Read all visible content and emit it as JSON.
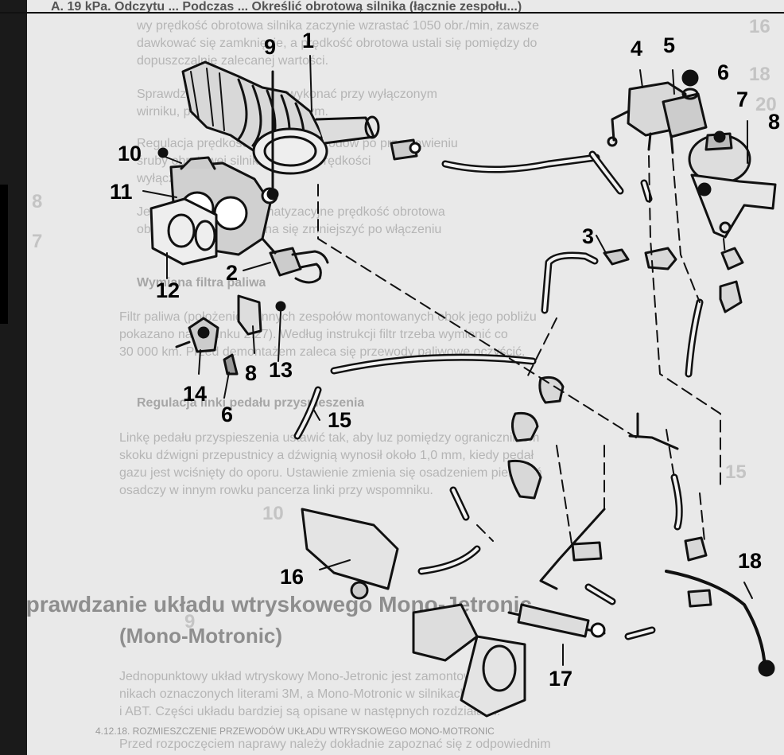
{
  "page": {
    "header_fragment": "A. 19 kPa. Odczytu ... Podczas ... Określić obrotową silnika (łącznie zespołu...)",
    "footer_fragment": "4.12.18. ROZMIESZCZENIE PRZEWODÓW UKŁADU WTRYSKOWEGO MONO-MOTRONIC"
  },
  "background_text": {
    "lines": [
      "wy prędkość obrotowa silnika zaczynie wzrastać 1050 obr./min, zawsze",
      "dawkować się zamknięcie, a prędkość obrotowa ustali się pomiędzy do",
      "dopuszczalnie zalecanej wartości.",
      "Sprawdzić zawór grzejący wykonać przy wyłączonym",
      "wirniku, przy zapłonie włączonym.",
      "Regulacja prędkości ustalić przewodów po przestawieniu",
      "śruby obrotowej silnika blokady prędkości",
      "wyłączony.",
      "Jeżeli w urządzenie klimatyzacyjne prędkość obrotowa",
      "obrotowa silnika powinna się zmniejszyć po włączeniu"
    ],
    "heading1": "Wymiana filtra paliwa",
    "para1": [
      "Filtr paliwa (położenie w innych zespołów montowanych obok jego pobliżu",
      "pokazano na rysunku 2.27). Według instrukcji filtr trzeba wymienić co",
      "30 000 km. Przed demontażem zaleca się przewody paliwowe oczyścić."
    ],
    "heading2": "Regulacja linki pedału przyspieszenia",
    "para2": [
      "Linkę pedału przyspieszenia ustawić tak, aby luz pomiędzy ogranicznikiem",
      "skoku dźwigni przepustnicy a dźwignią wynosił około 1,0 mm, kiedy pedał",
      "gazu jest wciśnięty do oporu. Ustawienie zmienia się osadzeniem pierścień",
      "osadczy w innym rowku pancerza linki przy wspomniku."
    ],
    "section_title": "Sprawdzanie układu wtryskowego Mono-Jetronic",
    "section_subtitle": "(Mono-Motronic)",
    "para3": [
      "Jednopunktowy układ wtryskowy Mono-Jetronic jest zamontowany w sil-",
      "nikach oznaczonych literami 3M, a Mono-Motronic w silnikach ABM",
      "i ABT. Części układu bardziej są opisane w następnych rozdziałach.",
      "Przed rozpoczęciem naprawy należy dokładnie zapoznać się z odpowiednim"
    ],
    "margin_numbers": [
      "16",
      "18",
      "20",
      "15",
      "10",
      "9",
      "8",
      "7"
    ]
  },
  "diagram": {
    "callouts": [
      "1",
      "2",
      "3",
      "4",
      "5",
      "6",
      "7",
      "8",
      "9",
      "10",
      "11",
      "12",
      "13",
      "14",
      "6",
      "8",
      "15",
      "16",
      "17",
      "18"
    ]
  }
}
